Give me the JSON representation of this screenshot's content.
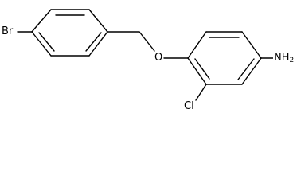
{
  "molecule": {
    "atoms": {
      "bromo": "Br",
      "oxygen": "O",
      "chloro": "Cl",
      "amine_main": "NH",
      "amine_sub": "2"
    }
  },
  "colors": {
    "bond": "#000000",
    "text": "#000000",
    "background": "#ffffff"
  }
}
